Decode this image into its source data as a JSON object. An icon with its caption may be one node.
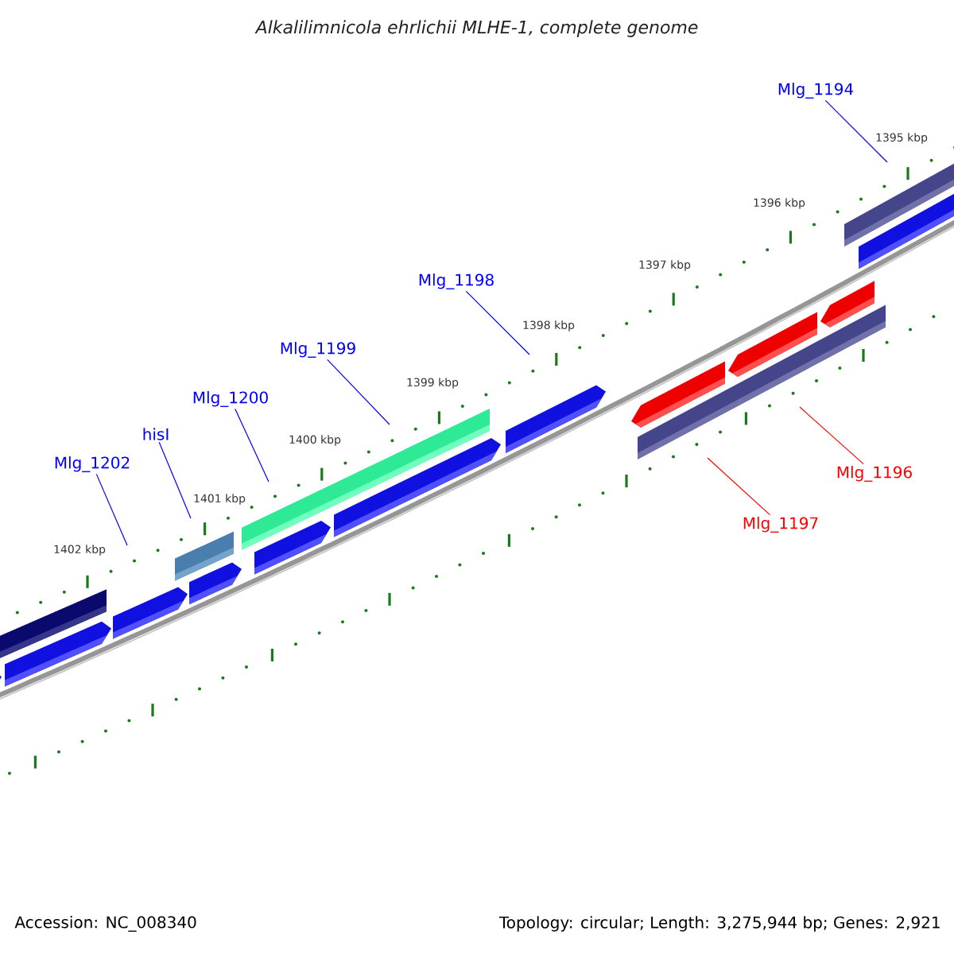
{
  "diagram": {
    "title": "Alkalilimnicola ehrlichii MLHE-1, complete genome",
    "nodes": [
      {
        "text": [
          "Mlg_1194"
        ]
      },
      {
        "text": [
          "Mlg_1198"
        ]
      },
      {
        "text": [
          "Mlg_1199"
        ]
      },
      {
        "text": [
          "Mlg_1200"
        ]
      },
      {
        "text": [
          "hisI"
        ]
      },
      {
        "text": [
          "Mlg_1202"
        ]
      },
      {
        "text": [
          "Mlg_1196"
        ]
      },
      {
        "text": [
          "Mlg_1197"
        ]
      }
    ],
    "edges": [
      {
        "from": 0,
        "to": null,
        "arrow": "none"
      },
      {
        "from": 1,
        "to": null,
        "arrow": "none"
      },
      {
        "from": 2,
        "to": null,
        "arrow": "none"
      },
      {
        "from": 3,
        "to": null,
        "arrow": "none"
      },
      {
        "from": 4,
        "to": null,
        "arrow": "none"
      },
      {
        "from": 5,
        "to": null,
        "arrow": "none"
      },
      {
        "from": 6,
        "to": null,
        "arrow": "none",
        "color": "#ff0000"
      },
      {
        "from": 7,
        "to": null,
        "arrow": "none",
        "color": "#ff0000"
      }
    ],
    "labels": [
      "1395 kbp",
      "1396 kbp",
      "1397 kbp",
      "1398 kbp",
      "1399 kbp",
      "1400 kbp",
      "1401 kbp",
      "1402 kbp",
      "Accession: NC_008340",
      "Topology: circular; Length: 3,275,944 bp; Genes: 2,921"
    ]
  }
}
